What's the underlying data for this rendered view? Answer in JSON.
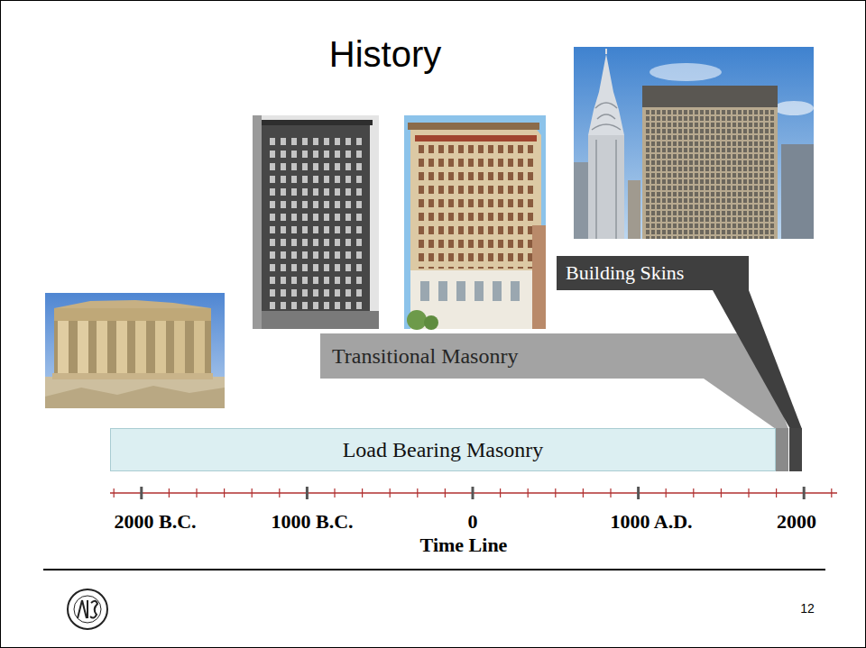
{
  "diagram": {
    "title": "History",
    "nodes": [
      {
        "text": [
          "Building Skins"
        ]
      },
      {
        "text": [
          "Transitional Masonry"
        ]
      },
      {
        "text": [
          "Load Bearing Masonry"
        ]
      }
    ],
    "labels": [
      "2000 B.C.",
      "1000 B.C.",
      "0",
      "1000 A.D.",
      "2000",
      "Time Line",
      "12"
    ]
  }
}
